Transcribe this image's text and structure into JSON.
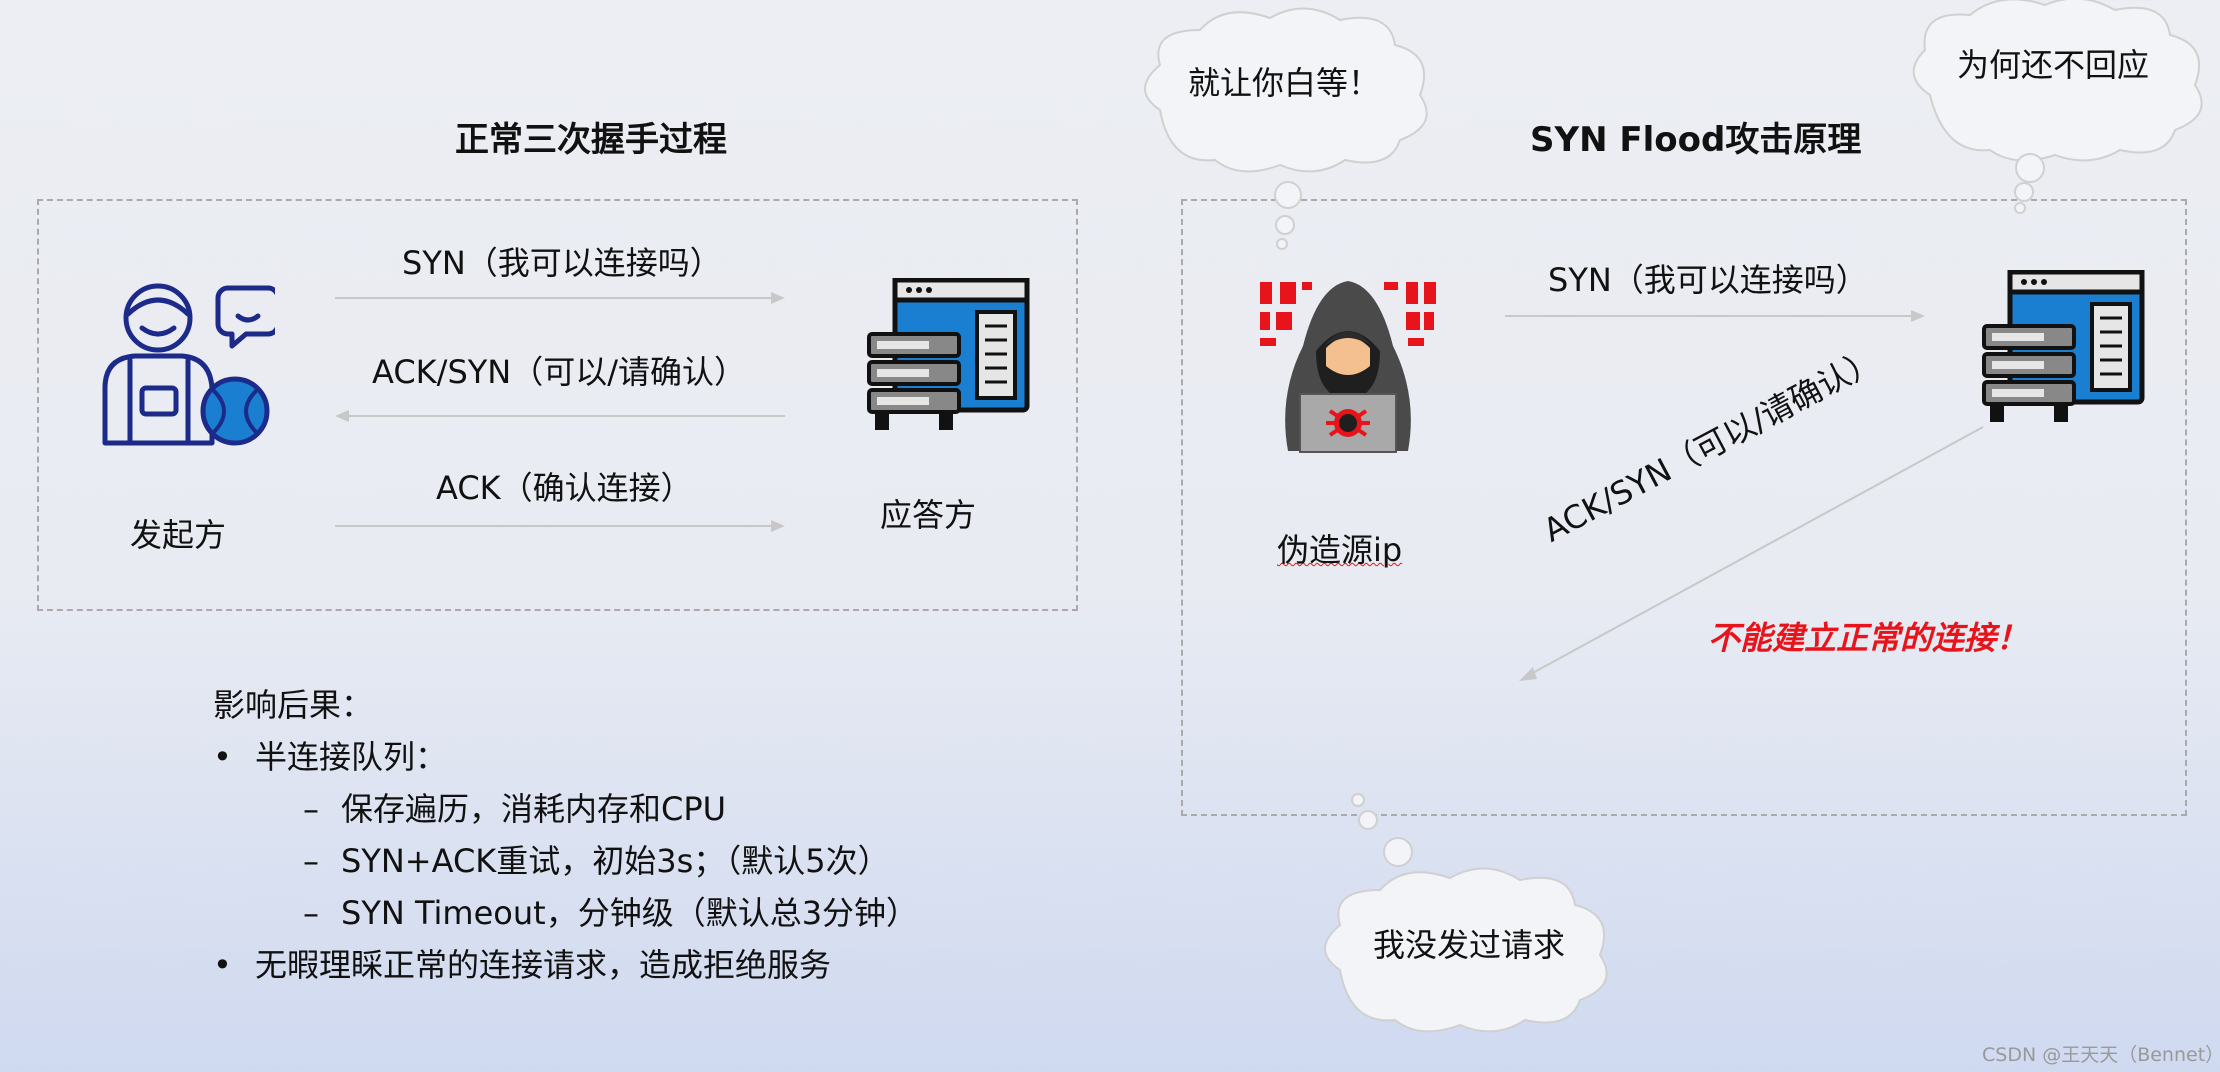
{
  "left": {
    "title": "正常三次握手过程",
    "initiator": "发起方",
    "responder": "应答方",
    "arrow1": "SYN（我可以连接吗）",
    "arrow2": "ACK/SYN（可以/请确认）",
    "arrow3": "ACK（确认连接）"
  },
  "right": {
    "title": "SYN Flood攻击原理",
    "spoof": "伪造源ip",
    "arrow1": "SYN（我可以连接吗）",
    "arrow2": "ACK/SYN（可以/请确认）",
    "failure": "不能建立正常的连接！"
  },
  "clouds": {
    "attacker": "就让你白等！",
    "server": "为何还不回应",
    "victim": "我没发过请求"
  },
  "impact": {
    "heading": "影响后果：",
    "items": [
      {
        "bullet": "•",
        "text": "半连接队列："
      },
      {
        "bullet": "–",
        "text": "保存遍历，消耗内存和CPU"
      },
      {
        "bullet": "–",
        "text": "SYN+ACK重试，初始3s；（默认5次）"
      },
      {
        "bullet": "–",
        "text": "SYN Timeout，分钟级（默认总3分钟）"
      },
      {
        "bullet": "•",
        "text": "无暇理睬正常的连接请求，造成拒绝服务"
      }
    ]
  },
  "watermark": "CSDN @王天天（Bennet）",
  "colors": {
    "accent_blue": "#1a7fd1",
    "navy": "#1c2a8a",
    "alert_red": "#e8141b"
  }
}
